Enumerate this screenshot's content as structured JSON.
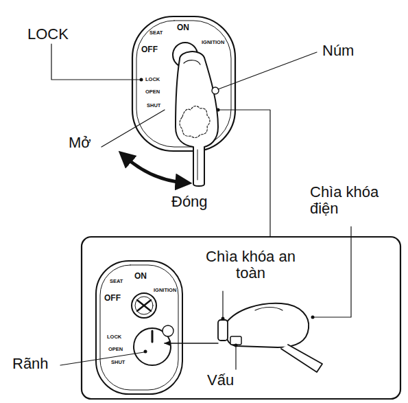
{
  "diagram": {
    "labels": [
      "LOCK",
      "Núm",
      "Mở",
      "Đóng",
      "Chìa khóa điện",
      "Chìa khóa an toàn",
      "Rãnh",
      "Vấu",
      "SEAT",
      "ON",
      "IGNITION",
      "OFF",
      "LOCK",
      "OPEN",
      "SHUT",
      "SEAT",
      "ON",
      "IGNITION",
      "OFF",
      "LOCK",
      "OPEN",
      "SHUT"
    ]
  }
}
